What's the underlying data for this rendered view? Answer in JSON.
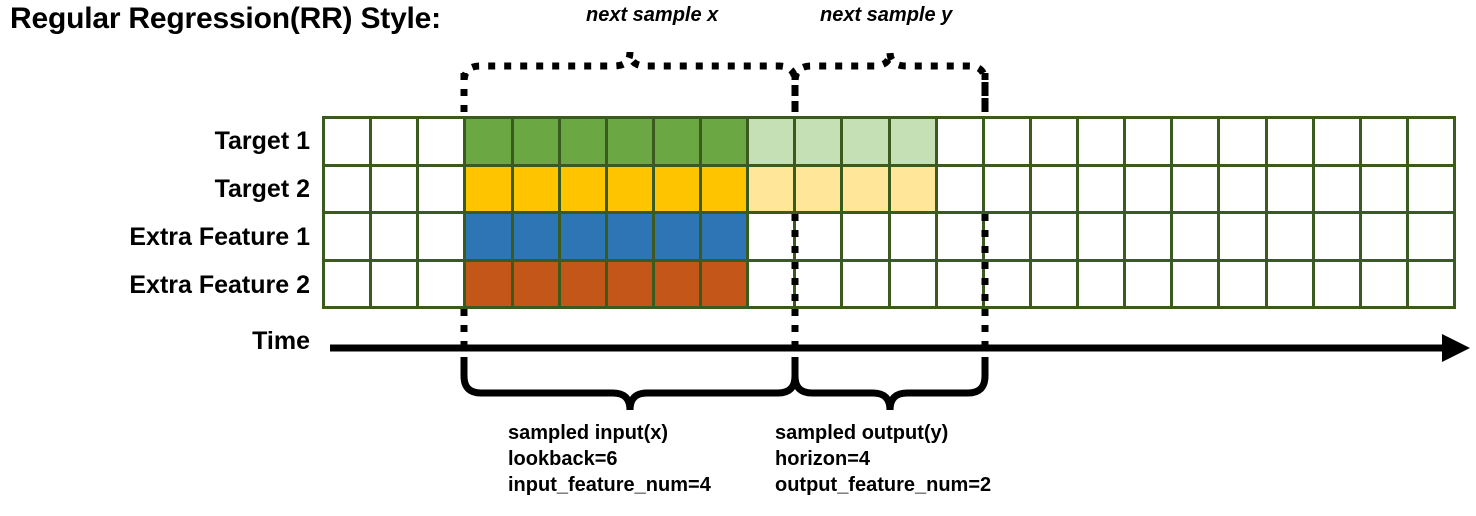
{
  "title": "Regular Regression(RR) Style:",
  "annotations": {
    "next_sample_x": "next sample x",
    "next_sample_y": "next sample y"
  },
  "rows": [
    {
      "label": "Target 1",
      "solid_color": "#6BA843",
      "light_color": "#C5E0B4",
      "has_light": true
    },
    {
      "label": "Target 2",
      "solid_color": "#FFC400",
      "light_color": "#FFE699",
      "has_light": true
    },
    {
      "label": "Extra Feature 1",
      "solid_color": "#2E75B6",
      "light_color": "#FFFFFF",
      "has_light": false
    },
    {
      "label": "Extra Feature 2",
      "solid_color": "#C4561A",
      "light_color": "#FFFFFF",
      "has_light": false
    }
  ],
  "grid": {
    "total_columns": 24,
    "leading_blank_columns": 3,
    "input_columns": 6,
    "output_columns": 4,
    "trailing_blank_columns": 11,
    "border_color": "#3A5A1E",
    "empty_color": "#FFFFFF"
  },
  "time_axis": {
    "label": "Time"
  },
  "captions": {
    "input": {
      "line1": "sampled input(x)",
      "line2": "lookback=6",
      "line3": "input_feature_num=4"
    },
    "output": {
      "line1": "sampled output(y)",
      "line2": "horizon=4",
      "line3": "output_feature_num=2"
    }
  },
  "colors": {
    "grid_border": "#3A5A1E",
    "target1": "#6BA843",
    "target1_light": "#C5E0B4",
    "target2": "#FFC400",
    "target2_light": "#FFE699",
    "extra1": "#2E75B6",
    "extra2": "#C4561A",
    "line": "#000000"
  }
}
